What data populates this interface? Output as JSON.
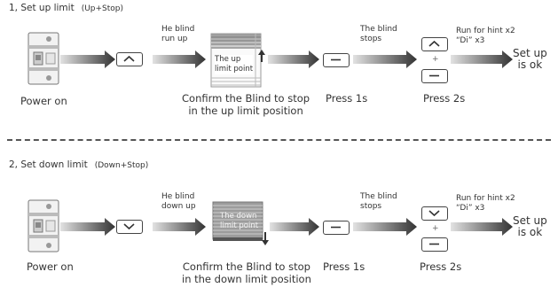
{
  "section1": {
    "title": "1, Set up limit",
    "title_sub": "(Up+Stop)",
    "power_label": "Power on",
    "blind_run_label": [
      "He blind",
      "run up"
    ],
    "blind_inner_label": [
      "The up",
      "limit point"
    ],
    "confirm_label": [
      "Confirm the Blind to stop",
      "in the up limit position"
    ],
    "stops_label": [
      "The blind",
      "stops"
    ],
    "press1_label": "Press 1s",
    "press2_label": "Press 2s",
    "hint_label": [
      "Run for hint x2",
      "“Di” x3"
    ],
    "result_label": [
      "Set up",
      "is ok"
    ]
  },
  "section2": {
    "title": "2, Set down limit",
    "title_sub": "(Down+Stop)",
    "power_label": "Power on",
    "blind_run_label": [
      "He blind",
      "down up"
    ],
    "blind_inner_label": [
      "The down",
      "limit point"
    ],
    "confirm_label": [
      "Confirm the Blind to stop",
      "in the down limit position"
    ],
    "stops_label": [
      "The blind",
      "stops"
    ],
    "press1_label": "Press 1s",
    "press2_label": "Press 2s",
    "hint_label": [
      "Run for hint x2",
      "“Di” x3"
    ],
    "result_label": [
      "Set up",
      "is ok"
    ]
  },
  "plus_symbol": "+",
  "colors": {
    "text": "#333333",
    "arrow_dark": "#333333",
    "arrow_light": "#dcdcdc",
    "divider": "#555555"
  },
  "icons": [
    "circuit-breaker-icon",
    "up-button-icon",
    "down-button-icon",
    "stop-button-icon",
    "roller-blind-icon"
  ]
}
